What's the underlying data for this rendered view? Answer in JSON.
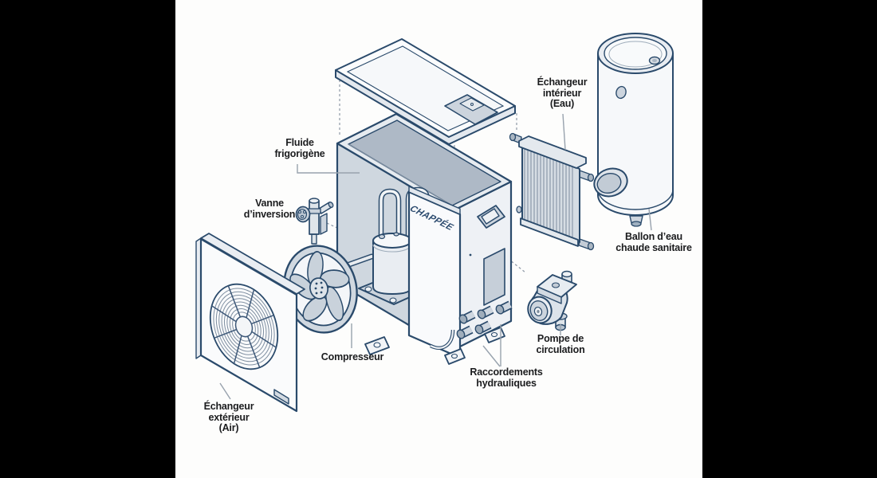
{
  "diagram": {
    "subject": "heat-pump-exploded-view",
    "brand": "CHAPPÉE",
    "labels": {
      "echangeur_interieur": {
        "lines": [
          "Échangeur",
          "intérieur",
          "(Eau)"
        ]
      },
      "fluide": {
        "lines": [
          "Fluide",
          "frigorigène"
        ]
      },
      "vanne": {
        "lines": [
          "Vanne",
          "d’inversion"
        ]
      },
      "compresseur": {
        "lines": [
          "Compresseur"
        ]
      },
      "echangeur_exterieur": {
        "lines": [
          "Échangeur",
          "extérieur",
          "(Air)"
        ]
      },
      "ballon": {
        "lines": [
          "Ballon d’eau",
          "chaude sanitaire"
        ]
      },
      "pompe": {
        "lines": [
          "Pompe de",
          "circulation"
        ]
      },
      "raccordements": {
        "lines": [
          "Raccordements",
          "hydrauliques"
        ]
      }
    },
    "colors": {
      "background": "#000000",
      "canvas": "#fdfdfc",
      "outline": "#2a4a6b",
      "fill_light": "#f7f9fb",
      "fill_gray": "#d3dae2",
      "fill_dark": "#b3bdca",
      "label_text": "#1b1c1e",
      "leader": "#98a2ad",
      "brand_text": "#2b4a6e"
    }
  }
}
